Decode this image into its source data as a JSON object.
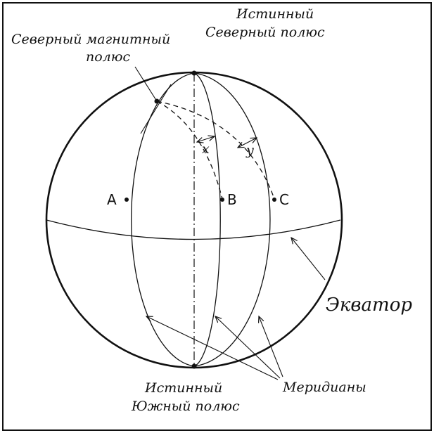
{
  "labels": {
    "magnetic_north": [
      "Северный магнитный",
      "полюс"
    ],
    "true_north": [
      "Истинный",
      "Северный полюс"
    ],
    "true_south": [
      "Истинный",
      "Южный полюс"
    ],
    "equator": "Экватор",
    "meridians": "Меридианы",
    "angle_x": "x",
    "angle_y": "y"
  },
  "points": {
    "a": "A",
    "b": "B",
    "c": "C"
  }
}
